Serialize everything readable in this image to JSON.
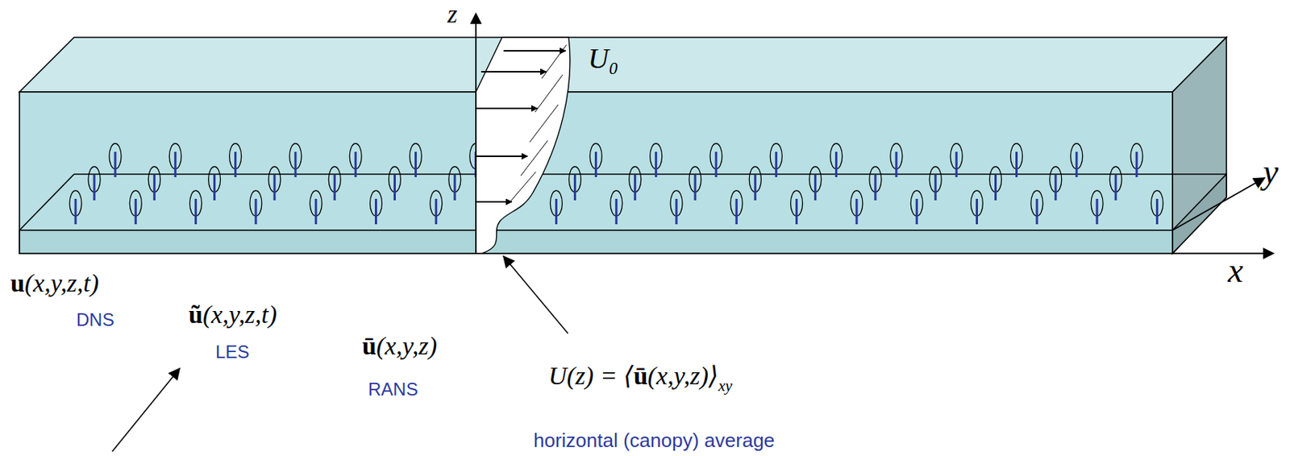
{
  "diagram": {
    "labels": [
      "z",
      "U₀",
      "y",
      "x",
      "u",
      "(x,y,z,t)",
      "DNS",
      "ũ",
      "(x,y,z,t)",
      "LES",
      "ū",
      "(x,y,z)",
      "RANS",
      "U(z) = ⟨",
      "ū",
      "(x,y,z)⟩",
      "xy",
      "horizontal (canopy) average"
    ]
  }
}
